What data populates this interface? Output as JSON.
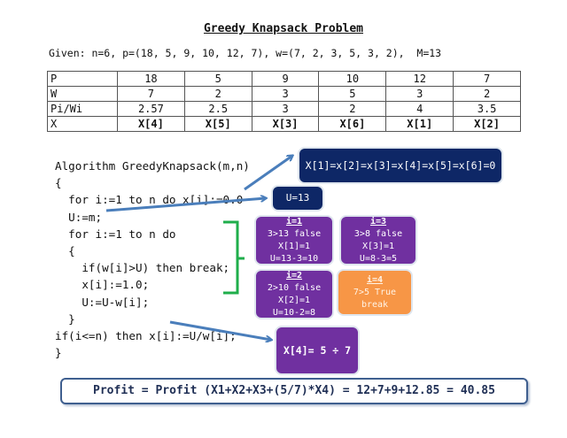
{
  "title": "Greedy Knapsack Problem",
  "given": "Given: n=6, p=(18, 5, 9, 10, 12, 7), w=(7, 2, 3, 5, 3, 2),  M=13",
  "table": {
    "rows": [
      {
        "label": "P",
        "values": [
          "18",
          "5",
          "9",
          "10",
          "12",
          "7"
        ]
      },
      {
        "label": "W",
        "values": [
          "7",
          "2",
          "3",
          "5",
          "3",
          "2"
        ]
      },
      {
        "label": "Pi/Wi",
        "values": [
          "2.57",
          "2.5",
          "3",
          "2",
          "4",
          "3.5"
        ]
      },
      {
        "label": "X",
        "values": [
          "X[4]",
          "X[5]",
          "X[3]",
          "X[6]",
          "X[1]",
          "X[2]"
        ]
      }
    ]
  },
  "algorithm": {
    "lines": [
      "Algorithm GreedyKnapsack(m,n)",
      "{",
      "  for i:=1 to n do x[i]:=0.0",
      "  U:=m;",
      "  for i:=1 to n do",
      "  {",
      "    if(w[i]>U) then break;",
      "    x[i]:=1.0;",
      "    U:=U-w[i];",
      "  }",
      "if(i<=n) then x[i]:=U/w[i];",
      "}"
    ]
  },
  "boxes": {
    "init": "X[1]=x[2]=x[3]=x[4]=x[5]=x[6]=0",
    "u_init": "U=13",
    "iter1": {
      "head": "i=1",
      "lines": [
        "3>13 false",
        "X[1]=1",
        "U=13-3=10"
      ]
    },
    "iter2": {
      "head": "i=2",
      "lines": [
        "2>10 false",
        "X[2]=1",
        "U=10-2=8"
      ]
    },
    "iter3": {
      "head": "i=3",
      "lines": [
        "3>8 false",
        "X[3]=1",
        "U=8-3=5"
      ]
    },
    "iter4": {
      "head": "i=4",
      "lines": [
        "7>5 True",
        "break"
      ]
    },
    "fraction": "X[4]= 5 ÷ 7"
  },
  "profit": "Profit = Profit (X1+X2+X3+(5/7)*X4) = 12+7+9+12.85 = 40.85",
  "colors": {
    "navy": "#0e2766",
    "purple": "#7030a0",
    "orange": "#f79646",
    "arrow": "#4a7ebb",
    "brace": "#1fae4b"
  }
}
